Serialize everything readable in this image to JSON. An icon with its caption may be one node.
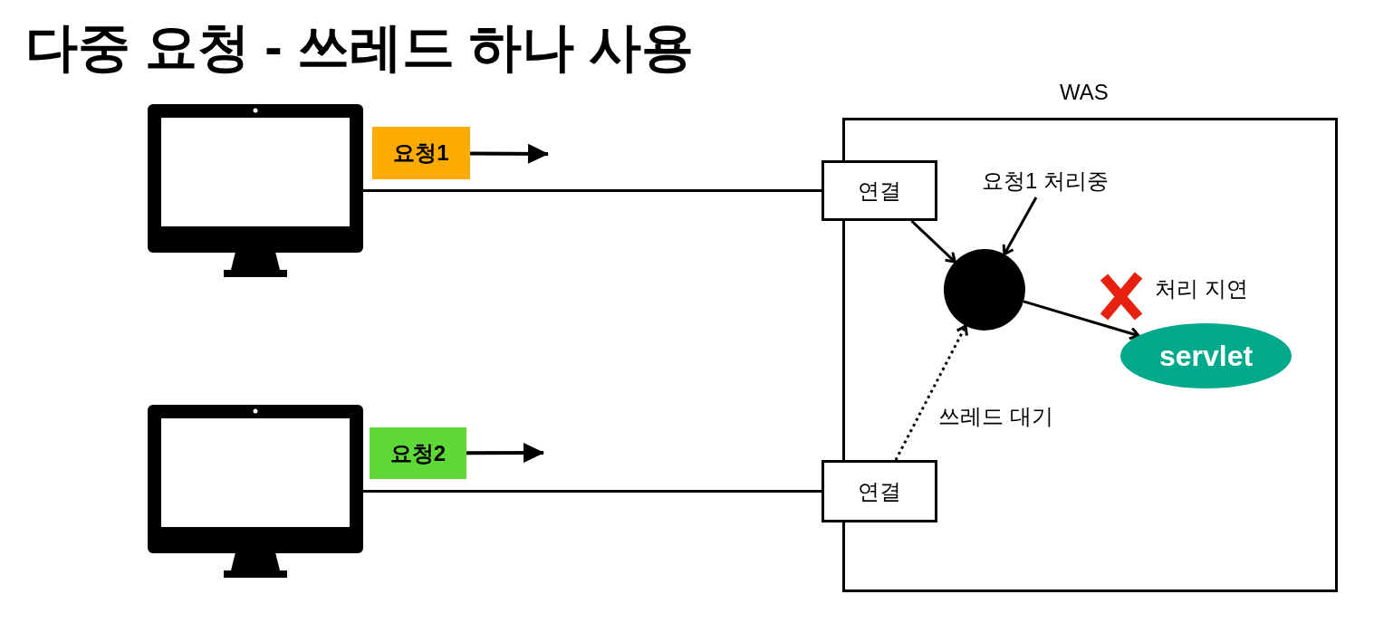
{
  "diagram": {
    "title": "다중 요청 - 쓰레드 하나 사용",
    "nodes": [
      {
        "text": [],
        "shape": "picture"
      },
      {
        "text": [
          "요청1"
        ]
      },
      {
        "text": [
          "WAS"
        ]
      },
      {
        "text": [
          "연결"
        ]
      },
      {
        "text": [
          "요청1 처리중"
        ],
        "in": 2
      },
      {
        "text": [],
        "shape": "circle",
        "in": 2
      },
      {
        "text": [
          "servlet"
        ],
        "in": 2
      },
      {
        "text": [],
        "shape": "picture"
      },
      {
        "text": [
          "요청2"
        ]
      },
      {
        "text": [
          "연결"
        ]
      }
    ],
    "edges": [
      {
        "from": 1,
        "to": null,
        "arrow": "to"
      },
      {
        "from": 0,
        "to": 3,
        "arrow": "none"
      },
      {
        "from": 3,
        "to": 5,
        "arrow": "to"
      },
      {
        "from": 4,
        "to": 5,
        "arrow": "to"
      },
      {
        "from": 5,
        "to": 6,
        "arrow": "to"
      },
      {
        "from": 8,
        "to": null,
        "arrow": "to"
      },
      {
        "from": 9,
        "to": 5,
        "arrow": "to",
        "style": "dashed",
        "label": "쓰레드 대기"
      },
      {
        "from": 7,
        "to": 9,
        "arrow": "none"
      }
    ],
    "labels": [
      "처리 지연"
    ]
  }
}
